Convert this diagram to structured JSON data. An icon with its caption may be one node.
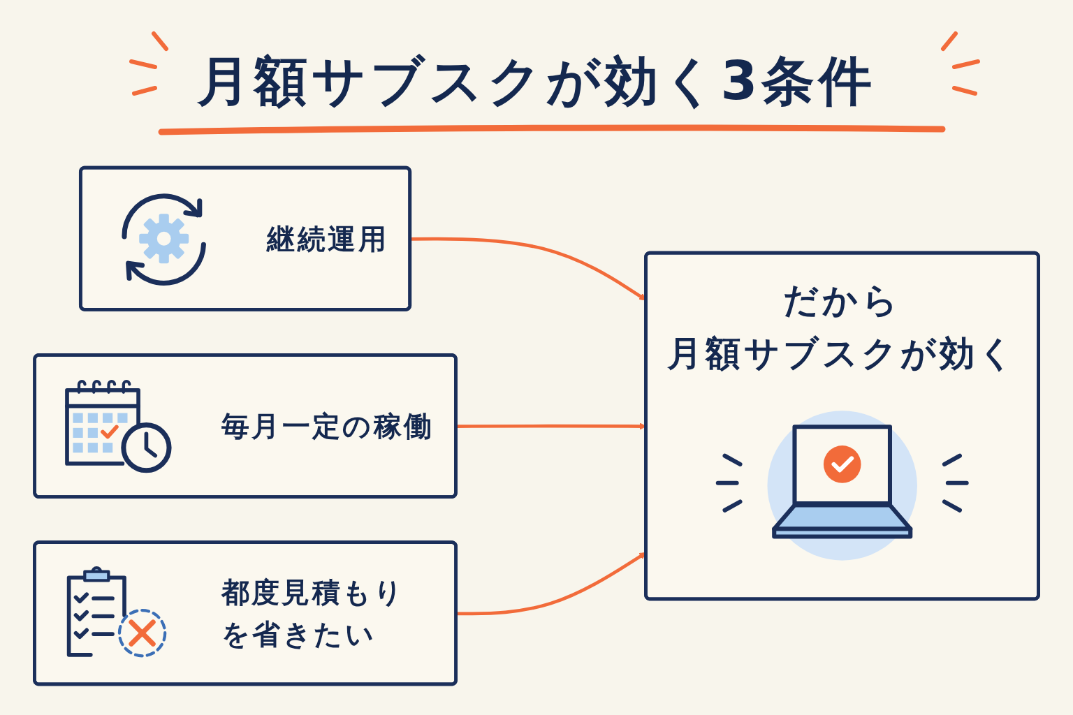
{
  "diagram": {
    "title": "月額サブスクが効く3条件",
    "nodes": [
      {
        "text": [
          "継続運用"
        ]
      },
      {
        "text": [
          "毎月一定の稼働"
        ]
      },
      {
        "text": [
          "都度見積もりを省きたい"
        ]
      },
      {
        "text": [
          "だから",
          "月額サブスクが効く"
        ]
      }
    ],
    "edges": [
      {
        "from": 0,
        "to": 3,
        "arrow": "to"
      },
      {
        "from": 1,
        "to": 3,
        "arrow": "to"
      },
      {
        "from": 2,
        "to": 3,
        "arrow": "to"
      }
    ]
  }
}
